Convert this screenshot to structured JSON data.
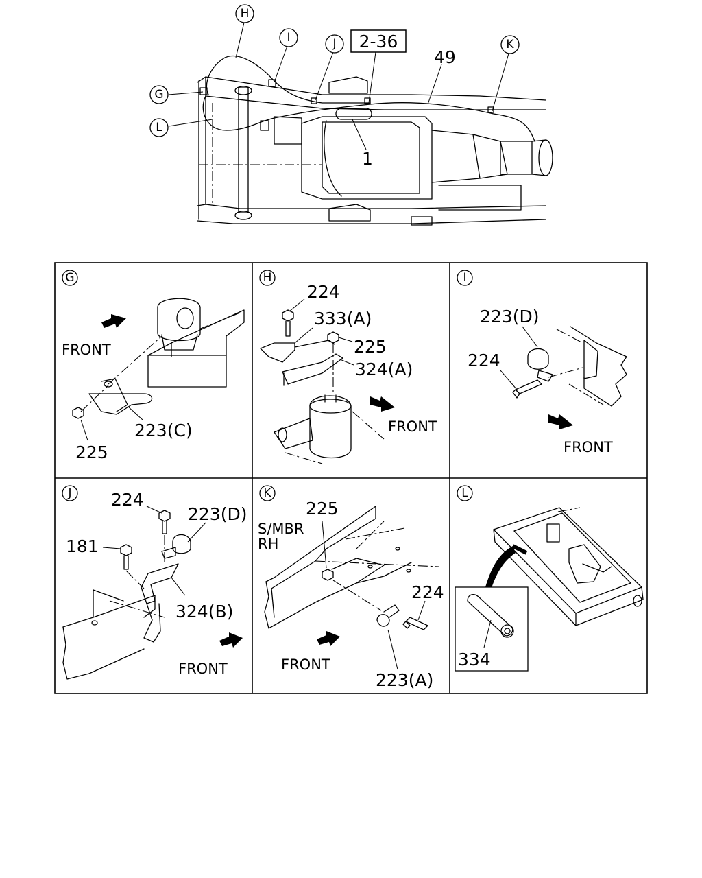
{
  "overview": {
    "callouts": [
      "G",
      "H",
      "I",
      "J",
      "K",
      "L"
    ],
    "ref_box": "2-36",
    "part_49": "49",
    "part_1": "1"
  },
  "panels": [
    {
      "id": "G",
      "labels": [
        "225",
        "223(C)"
      ],
      "front": "FRONT"
    },
    {
      "id": "H",
      "labels": [
        "224",
        "333(A)",
        "225",
        "324(A)"
      ],
      "front": "FRONT"
    },
    {
      "id": "I",
      "labels": [
        "223(D)",
        "224"
      ],
      "front": "FRONT"
    },
    {
      "id": "J",
      "labels": [
        "224",
        "223(D)",
        "181",
        "324(B)"
      ],
      "front": "FRONT"
    },
    {
      "id": "K",
      "labels": [
        "225",
        "S/MBR",
        "RH",
        "224",
        "223(A)"
      ],
      "front": "FRONT"
    },
    {
      "id": "L",
      "labels": [
        "334"
      ],
      "front": ""
    }
  ]
}
